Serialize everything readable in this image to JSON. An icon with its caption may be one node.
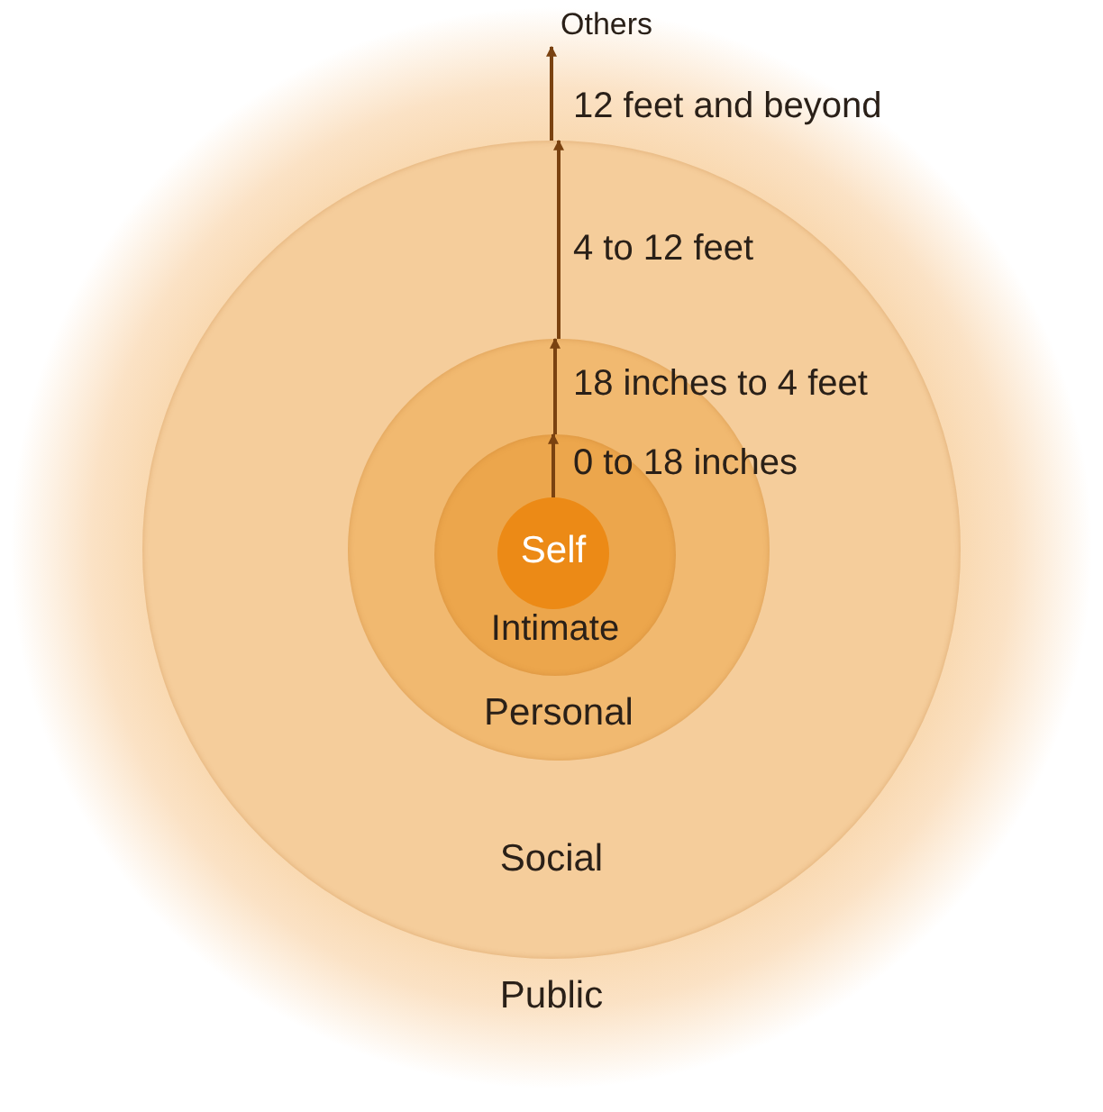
{
  "diagram": {
    "nodes": [
      {
        "text": [
          "Public"
        ]
      },
      {
        "text": [
          "Social"
        ],
        "in": 0
      },
      {
        "text": [
          "Personal"
        ],
        "in": 1
      },
      {
        "text": [
          "Intimate"
        ],
        "in": 2
      },
      {
        "text": [
          "Self"
        ],
        "in": 3
      },
      {
        "text": [
          "Others"
        ],
        "in": 0
      }
    ],
    "edges": [
      {
        "from": 4,
        "to": 3,
        "arrow": "to",
        "label": "0 to 18 inches"
      },
      {
        "from": 3,
        "to": 2,
        "arrow": "to",
        "label": "18 inches to 4 feet"
      },
      {
        "from": 2,
        "to": 1,
        "arrow": "to",
        "label": "4 to 12 feet"
      },
      {
        "from": 1,
        "to": 5,
        "arrow": "to",
        "label": "12 feet and beyond"
      }
    ]
  }
}
